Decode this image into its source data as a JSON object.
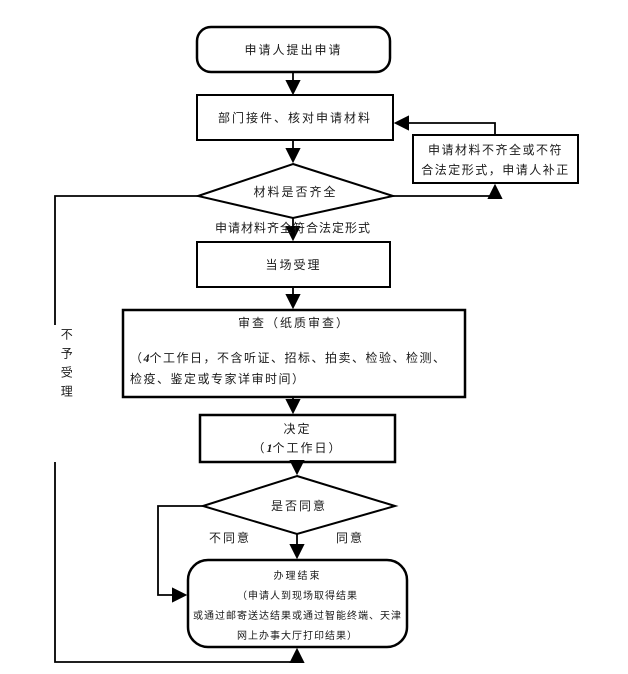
{
  "flowchart": {
    "nodes": {
      "start": {
        "label": "申请人提出申请"
      },
      "receive": {
        "label": "部门接件、核对申请材料"
      },
      "check": {
        "label": "材料是否齐全"
      },
      "qualified_label": "申请材料齐全符合法定形式",
      "accept": {
        "label": "当场受理"
      },
      "review": {
        "title": "审查（纸质审查）",
        "note_open": "（",
        "note_days": "4",
        "note_line1_rest": "个工作日，不含听证、招标、拍卖、检验、检测、",
        "note_line2": "检疫、鉴定或专家详审时间）"
      },
      "decision": {
        "title": "决定",
        "note_open": "（",
        "note_days": "1",
        "note_close": "个工作日）"
      },
      "agree_check": {
        "label": "是否同意"
      },
      "end": {
        "line1": "办理结束",
        "line2": "（申请人到现场取得结果",
        "line3": "或通过邮寄送达结果或通过智能终端、天津",
        "line4": "网上办事大厅打印结果）"
      },
      "supplement": {
        "line1": "申请材料不齐全或不符",
        "line2": "合法定形式，申请人补正"
      }
    },
    "edge_labels": {
      "disagree": "不同意",
      "agree": "同意",
      "reject": "不予受理"
    },
    "colors": {
      "line": "#000000",
      "text": "#1a1a1a",
      "background": "#ffffff"
    }
  }
}
